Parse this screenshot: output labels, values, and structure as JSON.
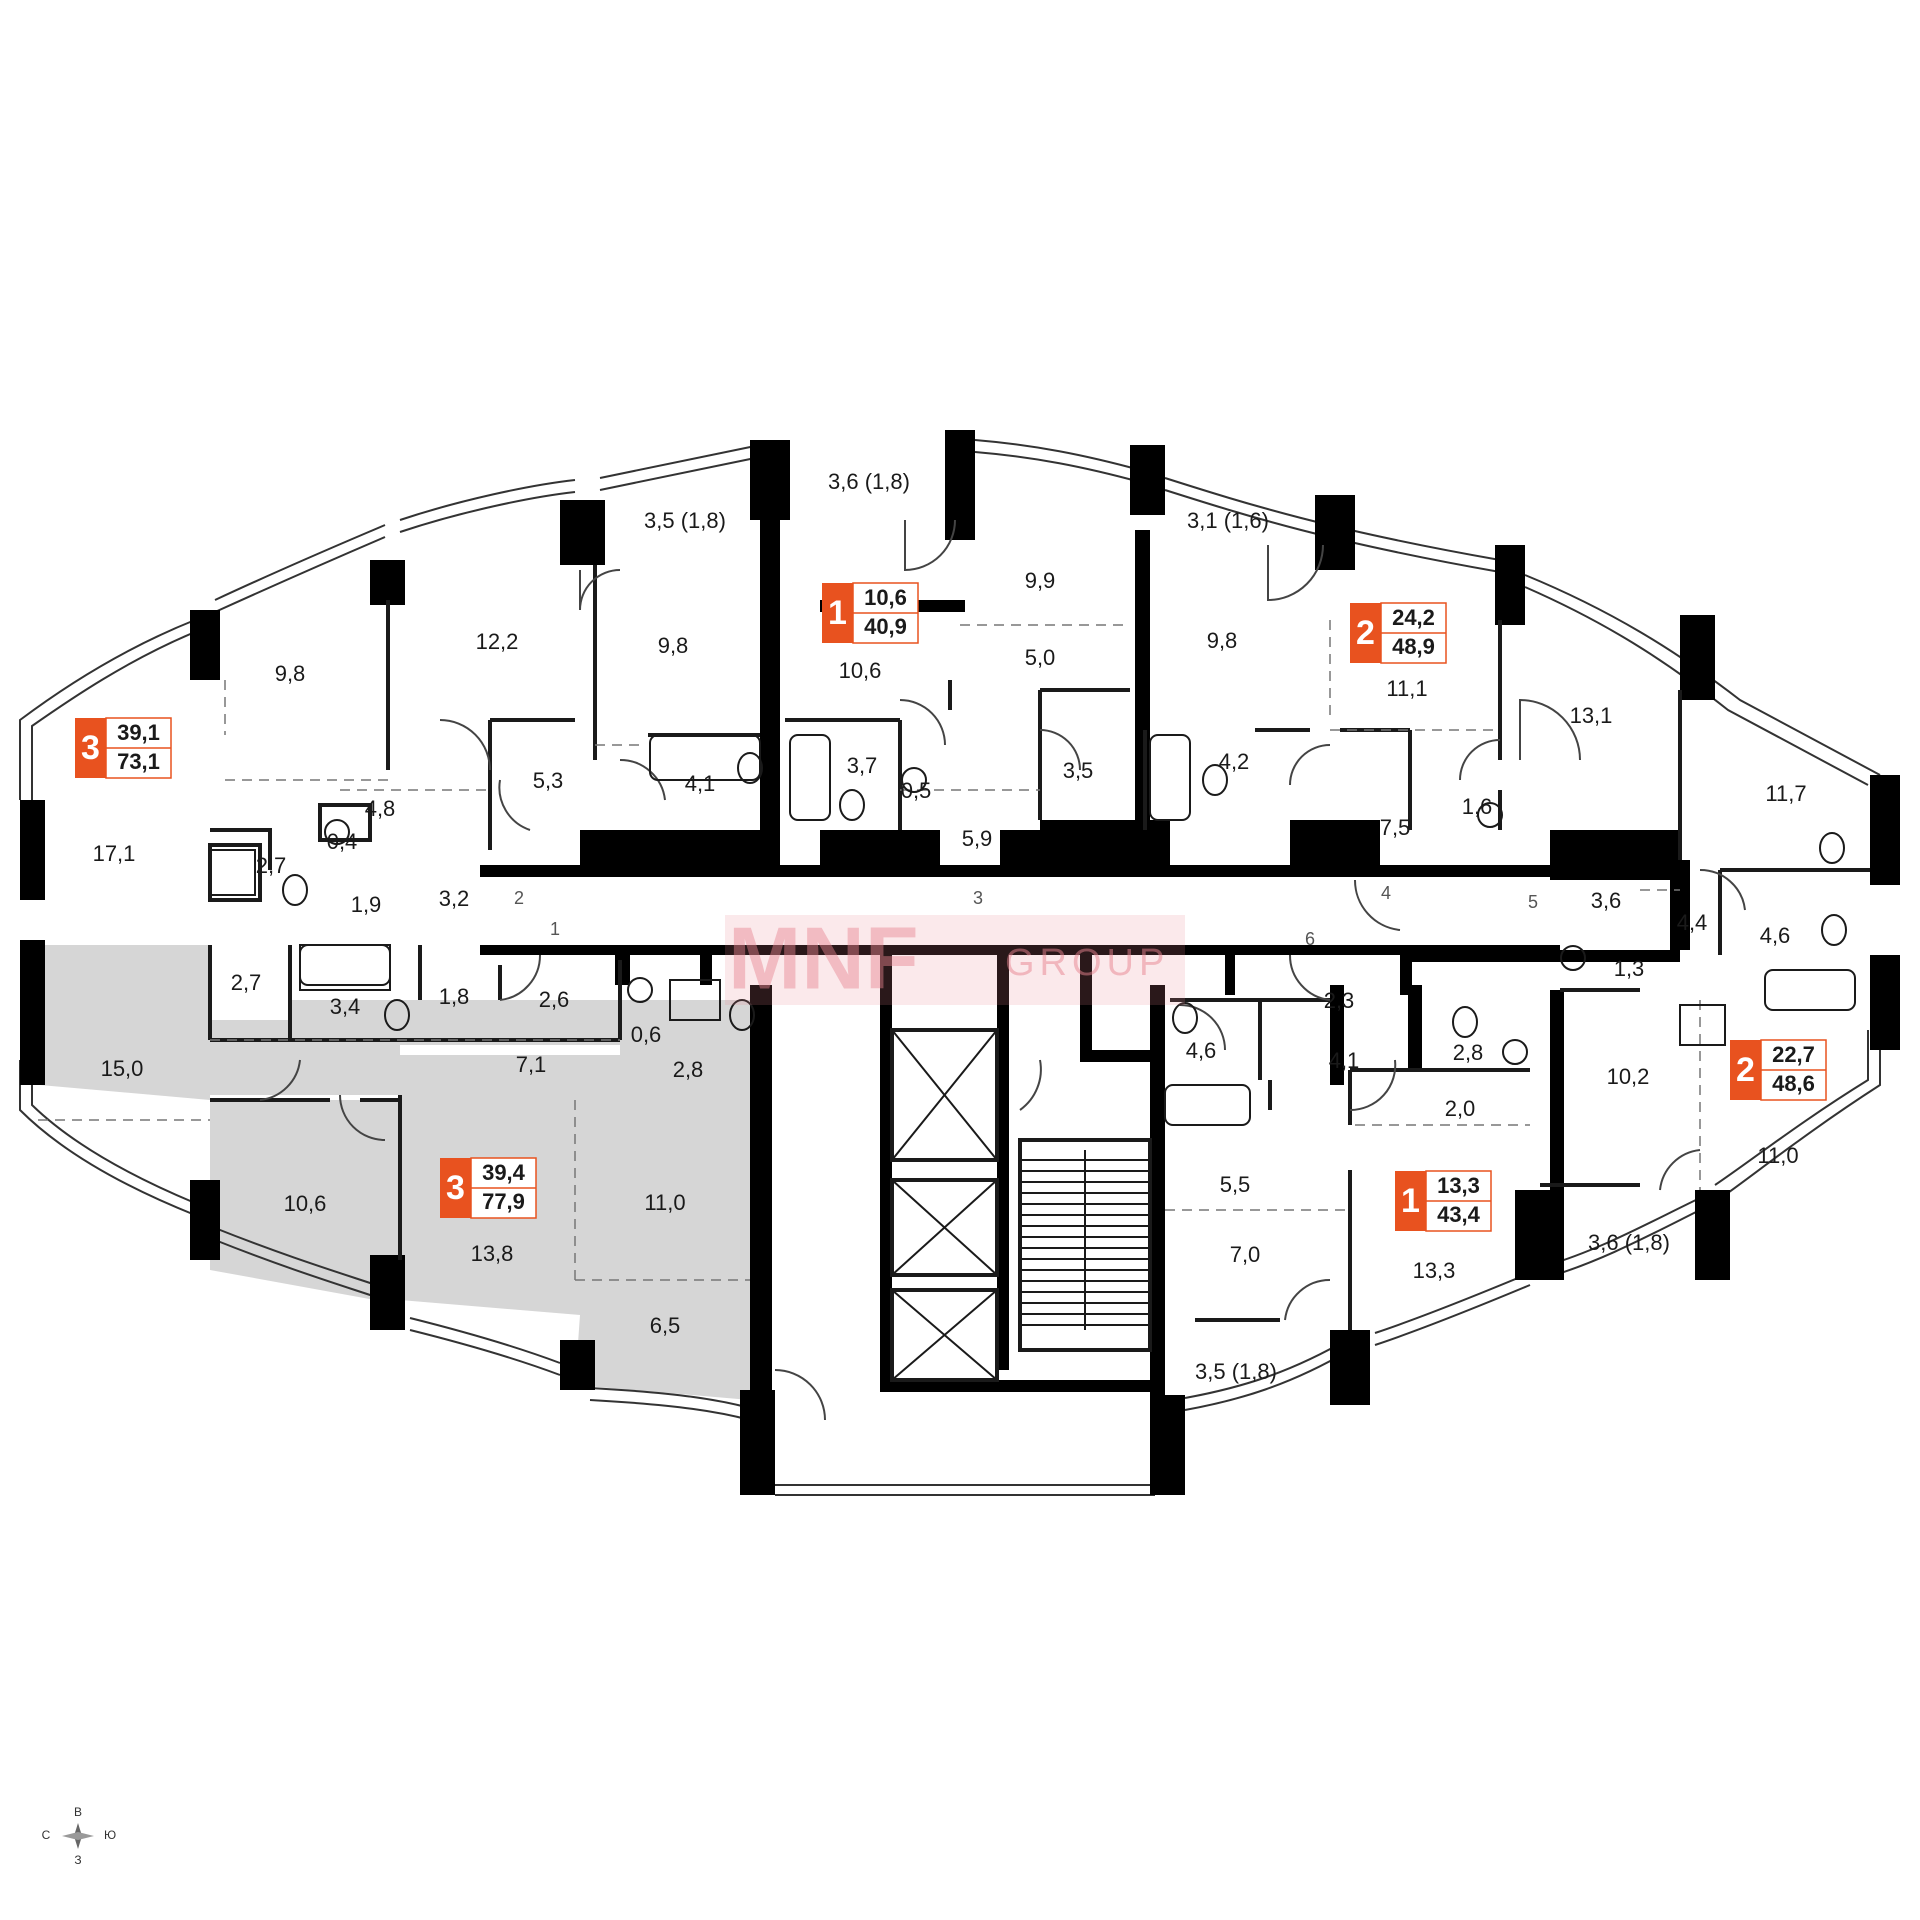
{
  "rooms": {
    "r_3_6_1_8_top": "3,6 (1,8)",
    "r_3_5_1_8_top": "3,5 (1,8)",
    "r_3_1_1_6": "3,1 (1,6)",
    "r_9_9": "9,9",
    "r_9_8_a": "9,8",
    "r_9_8_b": "9,8",
    "r_9_8_c": "9,8",
    "r_12_2": "12,2",
    "r_10_6_a": "10,6",
    "r_5_0": "5,0",
    "r_11_1": "11,1",
    "r_13_1": "13,1",
    "r_17_1": "17,1",
    "r_5_3": "5,3",
    "r_4_1_a": "4,1",
    "r_3_7": "3,7",
    "r_0_5": "0,5",
    "r_3_5_a": "3,5",
    "r_4_2": "4,2",
    "r_1_6": "1,6",
    "r_11_7": "11,7",
    "r_4_8": "4,8",
    "r_0_4": "0,4",
    "r_2_7_a": "2,7",
    "r_1_9": "1,9",
    "r_3_2": "3,2",
    "r_5_9": "5,9",
    "r_7_5": "7,5",
    "r_3_6": "3,6",
    "r_4_4": "4,4",
    "r_4_6_a": "4,6",
    "r_2_7_b": "2,7",
    "r_3_4": "3,4",
    "r_1_8": "1,8",
    "r_2_6": "2,6",
    "r_0_6": "0,6",
    "r_2_3": "2,3",
    "r_1_3": "1,3",
    "r_15_0": "15,0",
    "r_7_1": "7,1",
    "r_2_8_a": "2,8",
    "r_4_6_b": "4,6",
    "r_4_1_b": "4,1",
    "r_2_8_b": "2,8",
    "r_10_2": "10,2",
    "r_2_0": "2,0",
    "r_10_6_b": "10,6",
    "r_11_0_a": "11,0",
    "r_5_5": "5,5",
    "r_11_0_b": "11,0",
    "r_13_8": "13,8",
    "r_7_0": "7,0",
    "r_13_3": "13,3",
    "r_3_6_1_8_bot": "3,6 (1,8)",
    "r_6_5": "6,5",
    "r_3_5_1_8_bot": "3,5 (1,8)"
  },
  "doors": [
    "1",
    "2",
    "3",
    "4",
    "5",
    "6"
  ],
  "apartments": [
    {
      "rooms": "3",
      "living": "39,1",
      "total": "73,1"
    },
    {
      "rooms": "1",
      "living": "10,6",
      "total": "40,9"
    },
    {
      "rooms": "2",
      "living": "24,2",
      "total": "48,9"
    },
    {
      "rooms": "3",
      "living": "39,4",
      "total": "77,9"
    },
    {
      "rooms": "1",
      "living": "13,3",
      "total": "43,4"
    },
    {
      "rooms": "2",
      "living": "22,7",
      "total": "48,6"
    }
  ],
  "watermark": {
    "brand": "MNF",
    "sub": "GROUP"
  },
  "compass": {
    "n": "В",
    "s": "З",
    "w": "С",
    "e": "Ю"
  },
  "colors": {
    "badge": "#e8521f",
    "highlight": "#d6d6d6",
    "wall": "#000000",
    "watermark": "#e88591"
  }
}
